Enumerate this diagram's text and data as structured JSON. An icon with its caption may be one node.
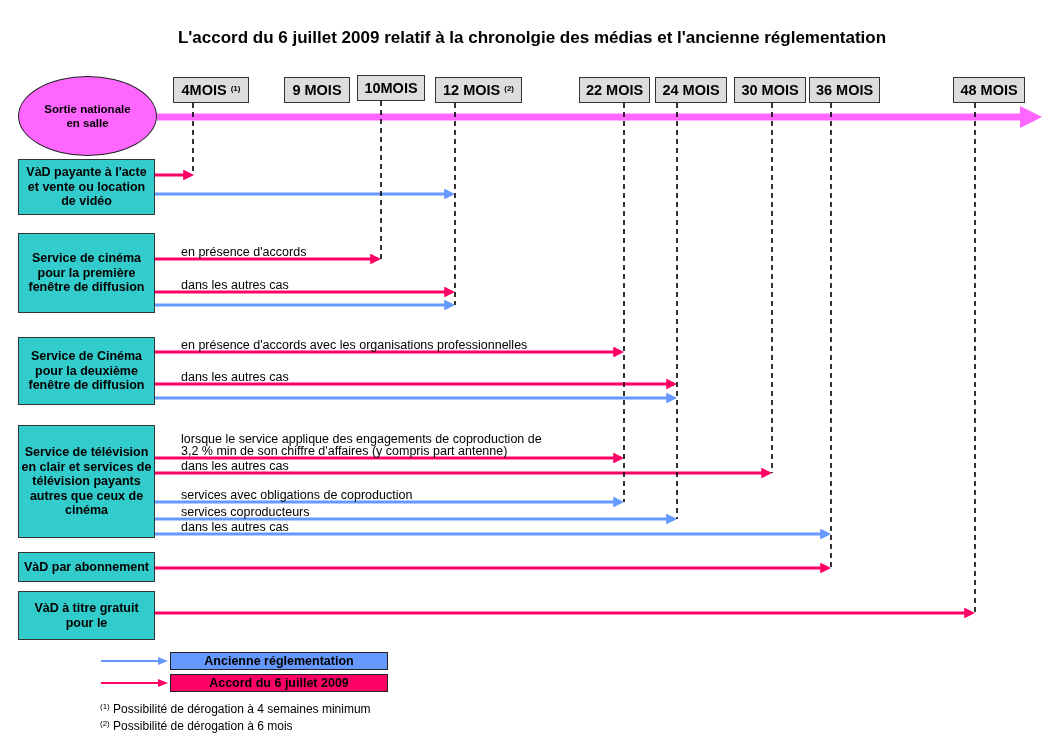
{
  "diagram": {
    "title": "L'accord du 6 juillet 2009 relatif à la chronolgie des médias et l'ancienne réglementation",
    "nodes": [
      {
        "text": [
          "Sortie nationale en salle"
        ]
      },
      {
        "text": [
          "4MOIS $^{(1)}$"
        ]
      },
      {
        "text": [
          "9 MOIS"
        ]
      },
      {
        "text": [
          "10MOIS"
        ]
      },
      {
        "text": [
          "12 MOIS $^{(2)}$"
        ]
      },
      {
        "text": [
          "22 MOIS"
        ]
      },
      {
        "text": [
          "24 MOIS"
        ]
      },
      {
        "text": [
          "30 MOIS"
        ]
      },
      {
        "text": [
          "36 MOIS"
        ]
      },
      {
        "text": [
          "48 MOIS"
        ]
      },
      {
        "text": [
          "VàD payante à l'acte et vente ou location de vidéo"
        ]
      },
      {
        "text": [
          "Service de cinéma pour la première fenêtre de diffusion"
        ]
      },
      {
        "text": [
          "Service de Cinéma pour la deuxième fenêtre de diffusion"
        ]
      },
      {
        "text": [
          "Service de télévision en clair et services de télévision payants autres que ceux de cinéma"
        ]
      },
      {
        "text": [
          "VàD par abonnement"
        ]
      },
      {
        "text": [
          "VàD à titre gratuit pour le"
        ]
      }
    ],
    "edges": [
      {
        "from": 0,
        "to": 9,
        "arrow": "to",
        "style": "thick",
        "color": "#ff66ff"
      },
      {
        "from": 10,
        "to": null,
        "arrow": "to",
        "color": "#ff0066"
      },
      {
        "from": 10,
        "to": null,
        "arrow": "to",
        "color": "#6699ff"
      },
      {
        "from": 11,
        "to": null,
        "arrow": "to",
        "label": "en présence d'accords",
        "color": "#ff0066"
      },
      {
        "from": 11,
        "to": null,
        "arrow": "to",
        "label": "dans les autres cas",
        "color": "#ff0066"
      },
      {
        "from": 11,
        "to": null,
        "arrow": "to",
        "color": "#6699ff"
      },
      {
        "from": 12,
        "to": null,
        "arrow": "to",
        "label": "en présence d'accords avec les organisations professionnelles",
        "color": "#ff0066"
      },
      {
        "from": 12,
        "to": null,
        "arrow": "to",
        "label": "dans les autres cas",
        "color": "#ff0066"
      },
      {
        "from": 12,
        "to": null,
        "arrow": "to",
        "color": "#6699ff"
      },
      {
        "from": 13,
        "to": null,
        "arrow": "to",
        "label": "lorsque le service applique des engagements de coproduction de 3,2 % min de son chiffre d'affaires (y compris part antenne)",
        "color": "#ff0066"
      },
      {
        "from": 13,
        "to": null,
        "arrow": "to",
        "label": "dans les autres cas",
        "color": "#ff0066"
      },
      {
        "from": 13,
        "to": null,
        "arrow": "to",
        "label": "services avec obligations de coproduction",
        "color": "#6699ff"
      },
      {
        "from": 13,
        "to": null,
        "arrow": "to",
        "label": "services coproducteurs",
        "color": "#6699ff"
      },
      {
        "from": 13,
        "to": null,
        "arrow": "to",
        "label": "dans les autres cas",
        "color": "#6699ff"
      },
      {
        "from": 14,
        "to": null,
        "arrow": "to",
        "color": "#ff0066"
      },
      {
        "from": 15,
        "to": null,
        "arrow": "to",
        "color": "#ff0066"
      },
      {
        "from": 1,
        "to": null,
        "arrow": "none",
        "style": "dashed",
        "color": "#000000"
      },
      {
        "from": 3,
        "to": null,
        "arrow": "none",
        "style": "dashed",
        "color": "#000000"
      },
      {
        "from": 4,
        "to": null,
        "arrow": "none",
        "style": "dashed",
        "color": "#000000"
      },
      {
        "from": 5,
        "to": null,
        "arrow": "none",
        "style": "dashed",
        "color": "#000000"
      },
      {
        "from": 6,
        "to": null,
        "arrow": "none",
        "style": "dashed",
        "color": "#000000"
      },
      {
        "from": 7,
        "to": null,
        "arrow": "none",
        "style": "dashed",
        "color": "#000000"
      },
      {
        "from": 8,
        "to": null,
        "arrow": "none",
        "style": "dashed",
        "color": "#000000"
      },
      {
        "from": 9,
        "to": null,
        "arrow": "none",
        "style": "dashed",
        "color": "#000000"
      }
    ],
    "labels": [
      "$^{(1)}$ Possibilité de dérogation à 4 semaines minimum",
      "$^{(2)}$ Possibilité de dérogation à 6 mois"
    ],
    "legend": [
      {
        "text": "Ancienne réglementation",
        "color": "#6699ff"
      },
      {
        "text": "Accord du 6 juillet 2009",
        "color": "#ff0066"
      }
    ]
  }
}
